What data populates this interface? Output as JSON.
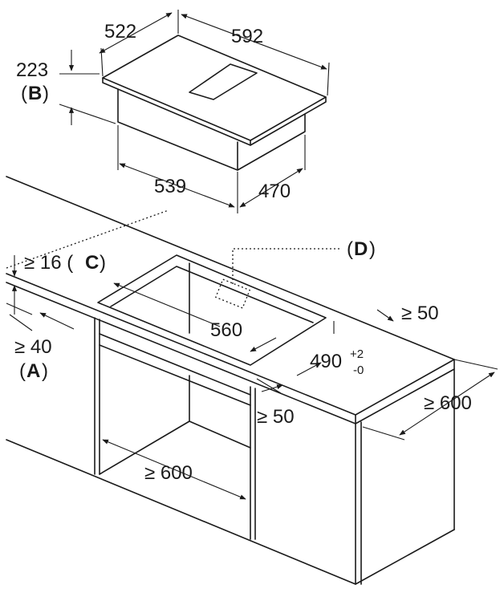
{
  "labels": {
    "depth_522": "522",
    "width_592": "592",
    "height_223": "223",
    "b_open": "(",
    "b_letter": "B",
    "b_close": ")",
    "width_539": "539",
    "depth_470": "470",
    "d_open": "(",
    "d_letter": "D",
    "d_close": ")",
    "min_16": "≥ 16 (",
    "c_letter": "C",
    "c_close": ")",
    "min_40": "≥ 40",
    "a_open": "(",
    "a_letter": "A",
    "a_close": ")",
    "cutout_560": "560",
    "cutout_490": "490",
    "tol_plus": "+2",
    "tol_minus": "-0",
    "min_50_back": "≥ 50",
    "min_50_side": "≥ 50",
    "min_600_depth": "≥ 600",
    "min_600_width": "≥ 600"
  }
}
